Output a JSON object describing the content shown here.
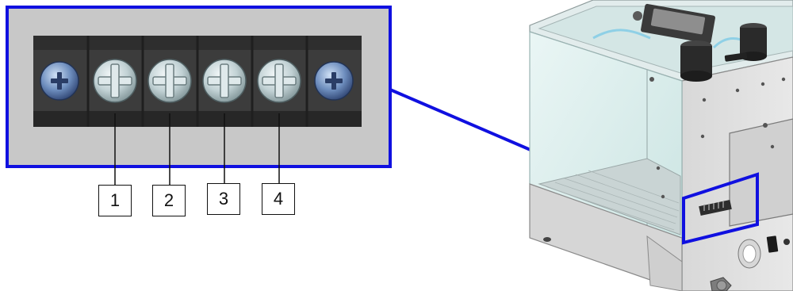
{
  "colors": {
    "highlight": "#1010e0",
    "terminal_block": "#3a3a3a",
    "inset_background": "#c8c8c8"
  },
  "terminals": [
    {
      "label": "1"
    },
    {
      "label": "2"
    },
    {
      "label": "3"
    },
    {
      "label": "4"
    }
  ]
}
